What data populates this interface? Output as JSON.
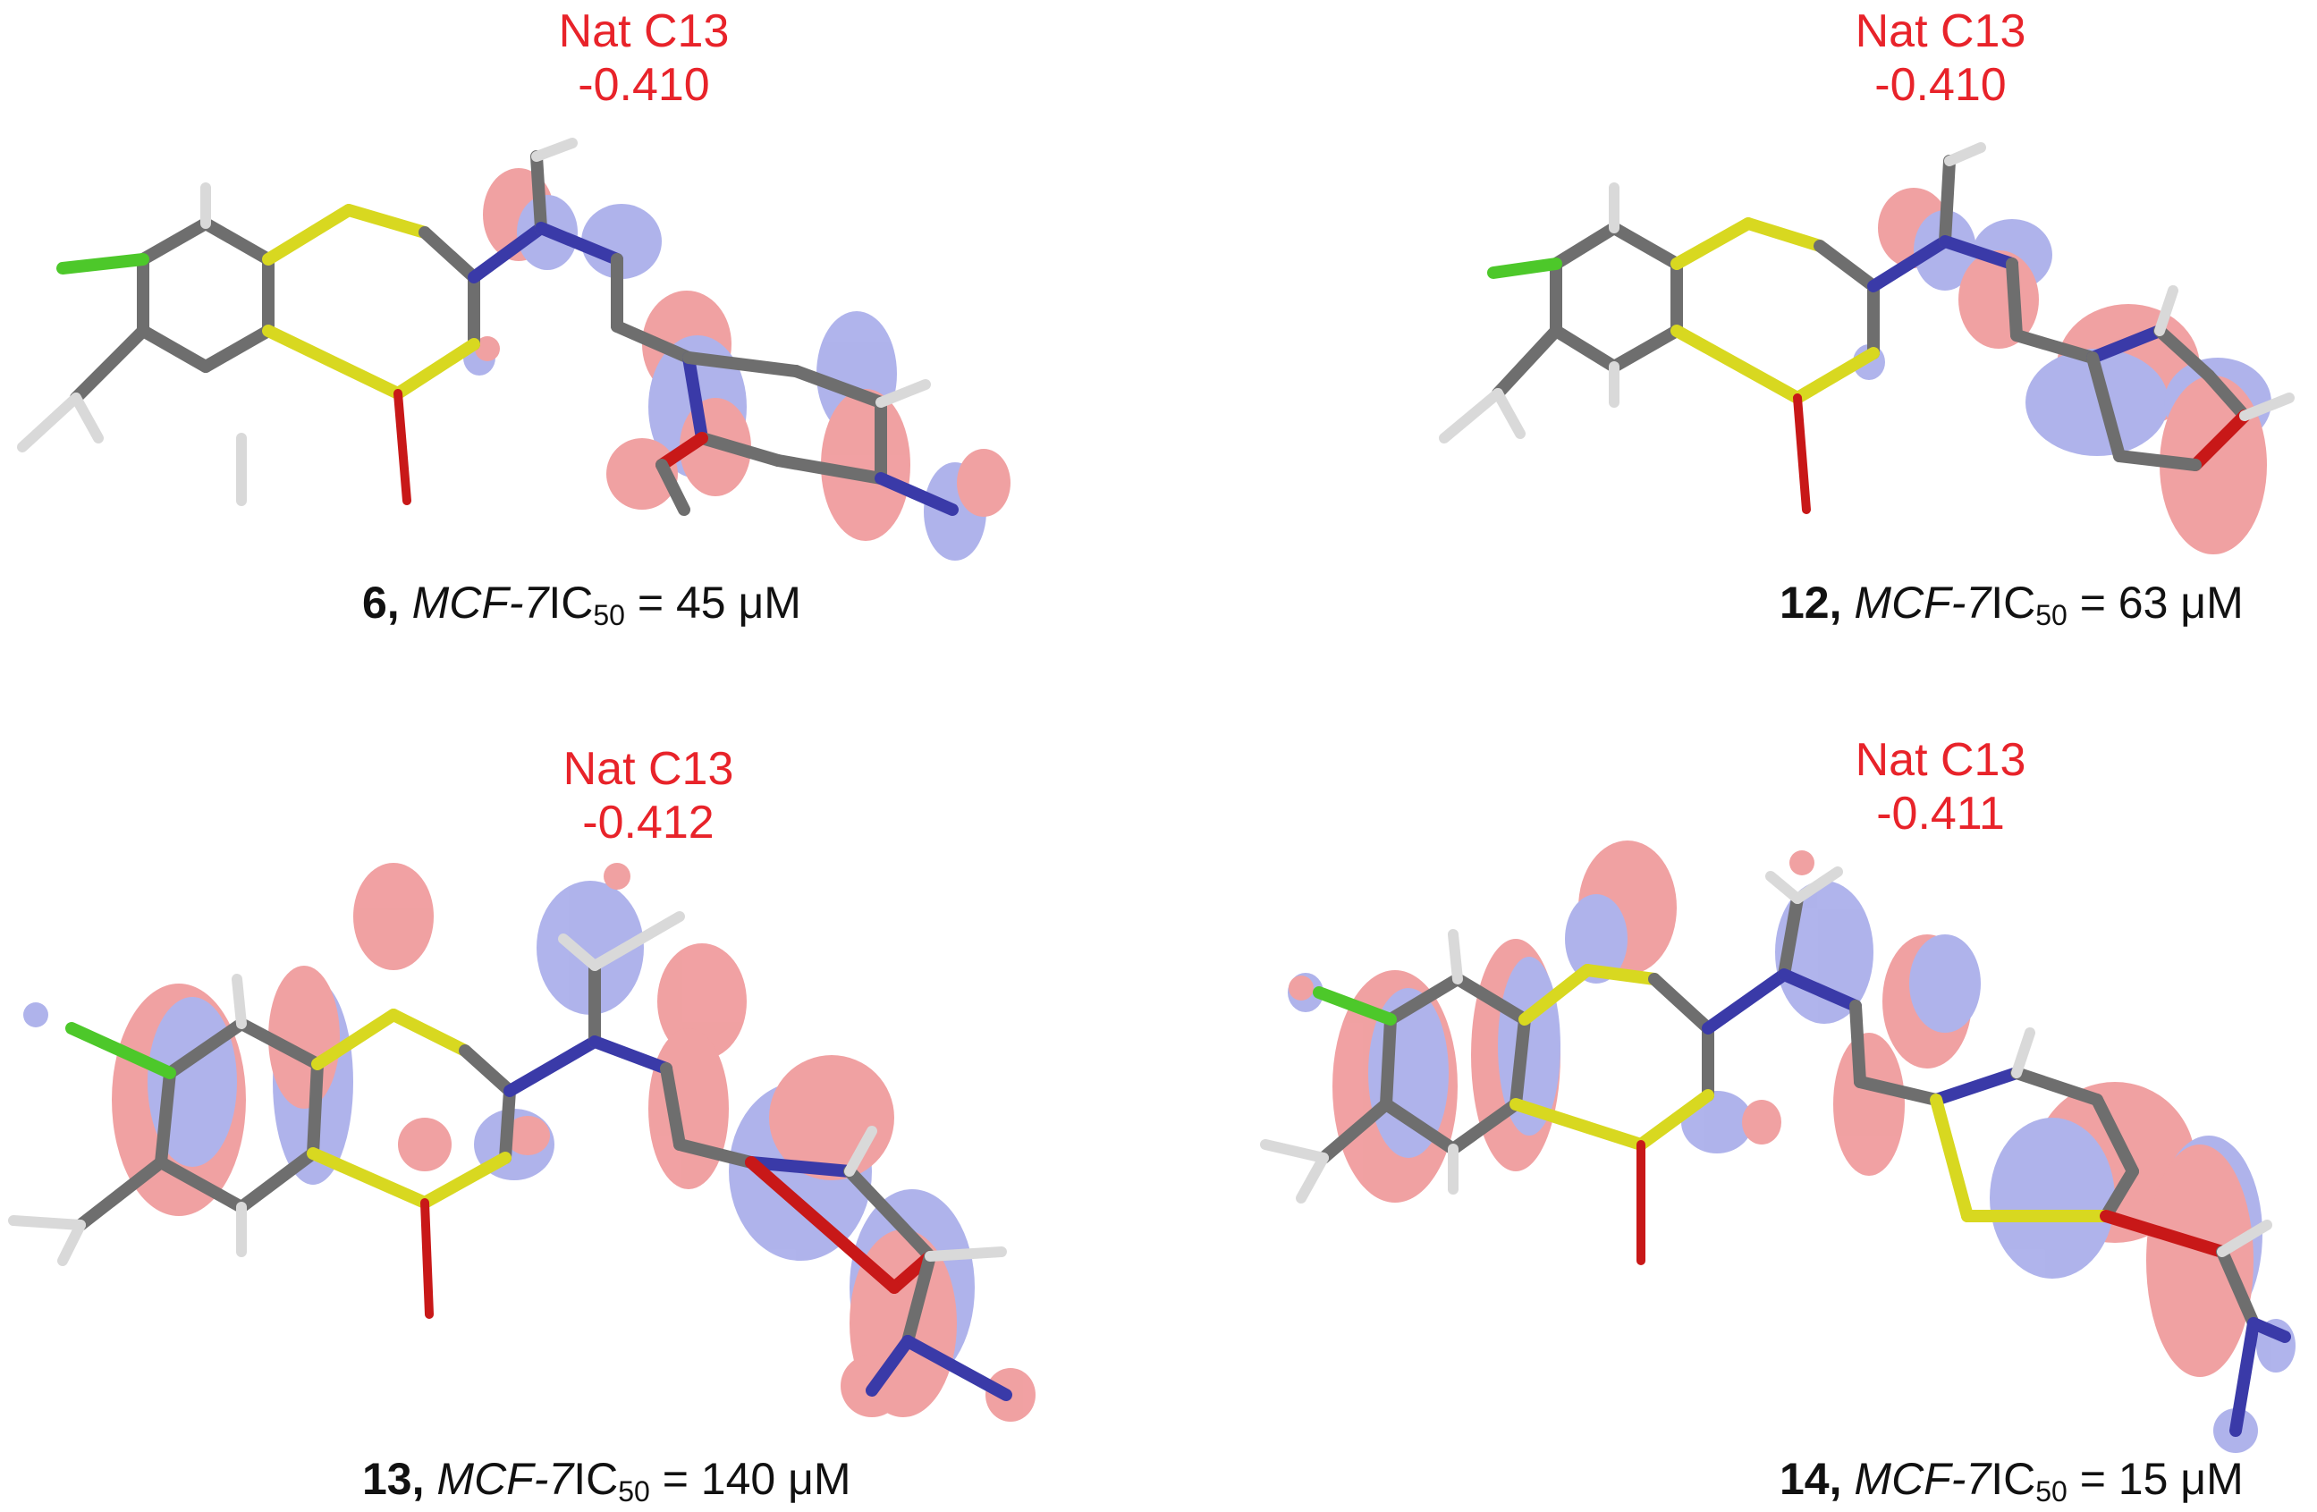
{
  "panels": [
    {
      "nat_line1": "Nat C13",
      "nat_line2": "-0.410",
      "compound": "6,",
      "cell_line": "MCF-7",
      "ic": "IC",
      "ic_sub": "50",
      "ic_value": "= 45 μM"
    },
    {
      "nat_line1": "Nat C13",
      "nat_line2": "-0.410",
      "compound": "12,",
      "cell_line": "MCF-7",
      "ic": "IC",
      "ic_sub": "50",
      "ic_value": "= 63 μM"
    },
    {
      "nat_line1": "Nat C13",
      "nat_line2": "-0.412",
      "compound": "13,",
      "cell_line": "MCF-7",
      "ic": "IC",
      "ic_sub": "50",
      "ic_value": "= 140 μM"
    },
    {
      "nat_line1": "Nat C13",
      "nat_line2": "-0.411",
      "compound": "14,",
      "cell_line": "MCF-7",
      "ic": "IC",
      "ic_sub": "50",
      "ic_value": "= 15 μM"
    }
  ],
  "colors": {
    "label_red": "#e8232a",
    "lobe_red": "#e8686a",
    "lobe_blue": "#7f86e0",
    "carbon": "#6e6e6e",
    "hydrogen": "#d9d9d9",
    "sulfur": "#d8d820",
    "chlorine": "#4dc82a",
    "oxygen": "#c81818",
    "nitrogen": "#3a3aa8"
  }
}
